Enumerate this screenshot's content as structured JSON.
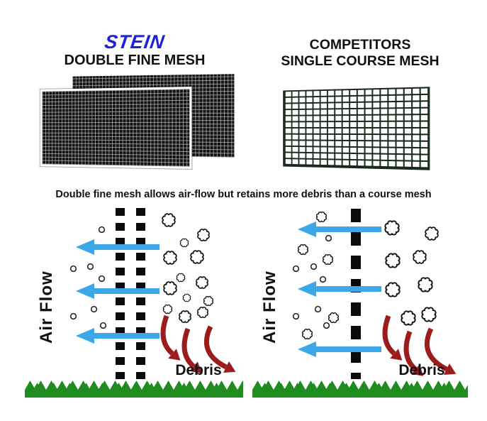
{
  "header": {
    "left": {
      "brand": "STEIN",
      "title": "DOUBLE FINE MESH"
    },
    "right": {
      "line1": "COMPETITORS",
      "line2": "SINGLE COURSE MESH"
    }
  },
  "caption": "Double fine mesh allows air-flow but retains more debris than a course mesh",
  "left_diagram": {
    "air_flow_label": "Air Flow",
    "debris_label": "Debris"
  },
  "right_diagram": {
    "air_flow_label": "Air Flow",
    "debris_label": "Debris"
  },
  "colors": {
    "brand_blue": "#1f22dd",
    "airflow_blue": "#3aa8e8",
    "debris_red": "#9b1c1c",
    "grass_green": "#1e8c1e",
    "mesh_dark": "#141414"
  },
  "icons": {
    "debris_cloud": "debris-cloud-icon",
    "debris_particle": "debris-particle-icon",
    "airflow_arrow": "airflow-arrow-left-icon",
    "debris_arrow": "debris-curved-arrow-icon",
    "grass": "grass-zigzag",
    "mesh_double": "double-mesh-dashed-lines",
    "mesh_single": "single-mesh-dashed-line"
  }
}
